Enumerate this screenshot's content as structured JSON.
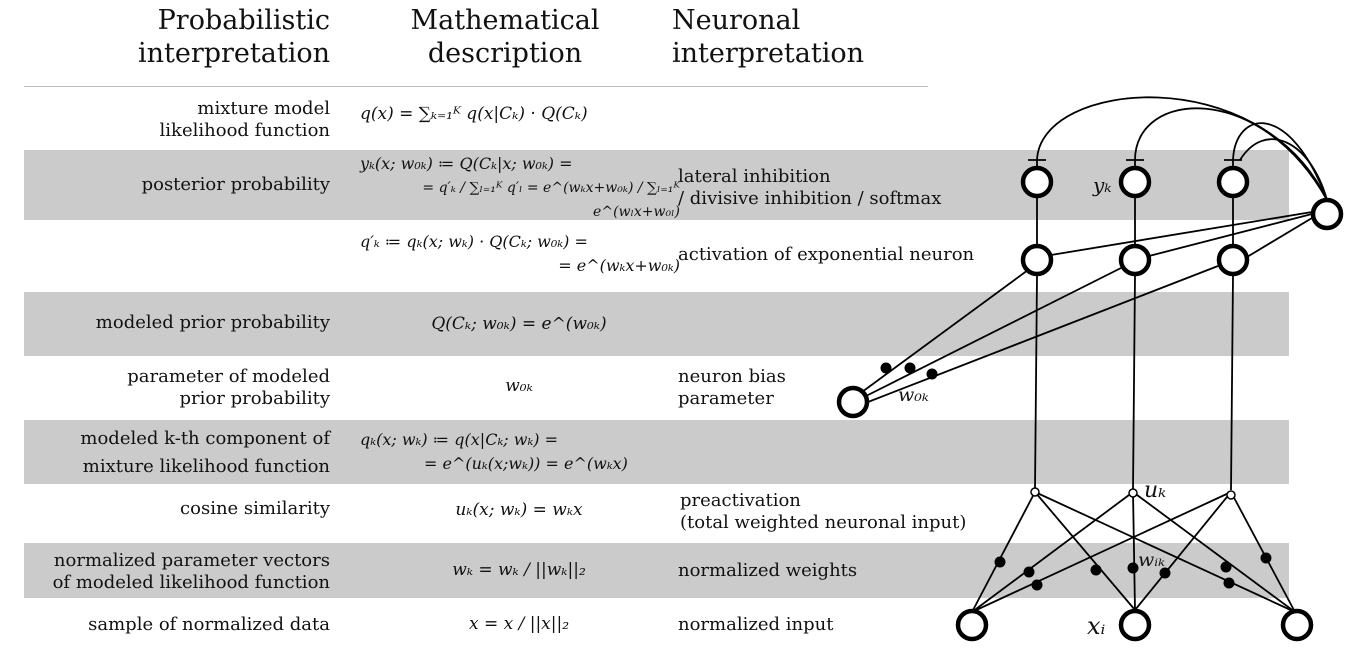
{
  "headers": {
    "probabilistic": [
      "Probabilistic",
      "interpretation"
    ],
    "mathematical": [
      "Mathematical",
      "description"
    ],
    "neuronal": [
      "Neuronal",
      "interpretation"
    ]
  },
  "rows": [
    {
      "prob": [
        "mixture model",
        "likelihood function"
      ],
      "math": [
        "q(x) = ∑ₖ₌₁ᴷ q(x|Cₖ) · Q(Cₖ)"
      ],
      "neur": [],
      "shaded": false
    },
    {
      "prob": [
        "posterior probability"
      ],
      "math": [
        "yₖ(x; w₀ₖ) ≔ Q(Cₖ|x; w₀ₖ) =",
        "= q′ₖ / ∑ₗ₌₁ᴷ q′ₗ = e^(wₖx+w₀ₖ) / ∑ₗ₌₁ᴷ e^(wₗx+w₀ₗ)"
      ],
      "neur": [
        "lateral inhibition",
        "/ divisive inhibition / softmax"
      ],
      "shaded": true
    },
    {
      "prob": [],
      "math": [
        "q′ₖ ≔ qₖ(x; wₖ) · Q(Cₖ; w₀ₖ) =",
        "= e^(wₖx+w₀ₖ)"
      ],
      "neur": [
        "activation of exponential neuron"
      ],
      "shaded": false
    },
    {
      "prob": [
        "modeled prior probability"
      ],
      "math": [
        "Q(Cₖ; w₀ₖ) = e^(w₀ₖ)"
      ],
      "neur": [],
      "shaded": true
    },
    {
      "prob": [
        "parameter of modeled",
        "prior probability"
      ],
      "math": [
        "w₀ₖ"
      ],
      "neur": [
        "neuron bias",
        "parameter"
      ],
      "shaded": false
    },
    {
      "prob": [
        "modeled k-th component of",
        "mixture likelihood function"
      ],
      "math": [
        "qₖ(x; wₖ) ≔ q(x|Cₖ; wₖ) =",
        "= e^(uₖ(x;wₖ)) = e^(wₖx)"
      ],
      "neur": [],
      "shaded": true
    },
    {
      "prob": [
        "cosine similarity"
      ],
      "math": [
        "uₖ(x; wₖ) = wₖx"
      ],
      "neur": [
        "preactivation",
        "(total weighted neuronal input)"
      ],
      "shaded": false
    },
    {
      "prob": [
        "normalized parameter vectors",
        "of modeled likelihood function"
      ],
      "math": [
        "wₖ = wₖ / ||wₖ||₂"
      ],
      "neur": [
        "normalized weights"
      ],
      "shaded": true
    },
    {
      "prob": [
        "sample of normalized data"
      ],
      "math": [
        "x = x / ||x||₂"
      ],
      "neur": [
        "normalized input"
      ],
      "shaded": false
    }
  ],
  "network_labels": {
    "output": "yₖ",
    "bias_weight": "w₀ₖ",
    "preactivation": "uₖ",
    "weight": "wᵢₖ",
    "input": "xᵢ"
  }
}
